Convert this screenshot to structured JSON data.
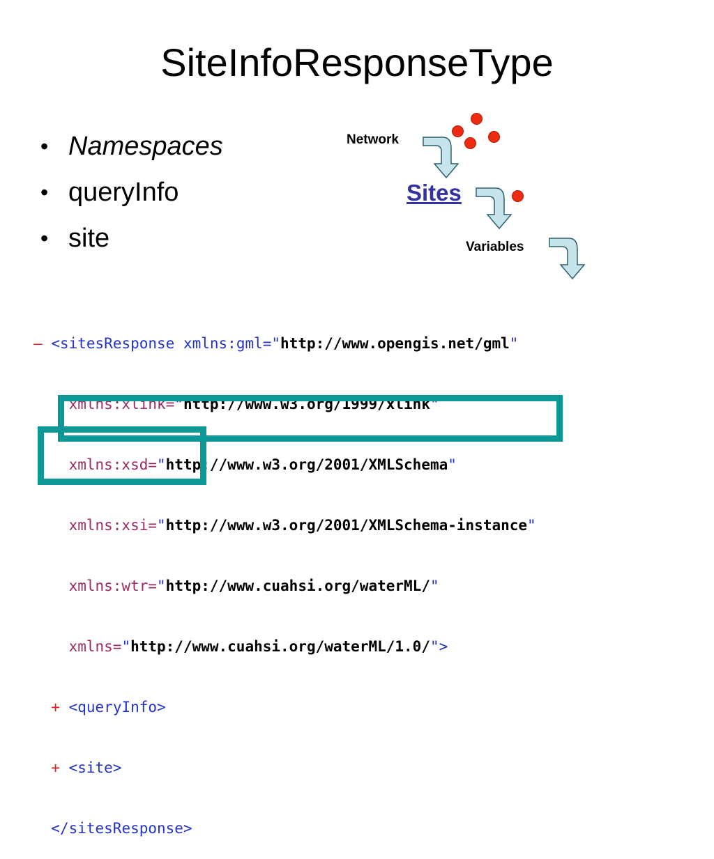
{
  "slide": {
    "title": "SiteInfoResponseType",
    "bullets": [
      {
        "text": "Namespaces",
        "italic": true
      },
      {
        "text": "queryInfo",
        "italic": false
      },
      {
        "text": "site",
        "italic": false
      }
    ],
    "bullet_glyph": "•"
  },
  "diagram": {
    "network_label": "Network",
    "sites_label": "Sites",
    "variables_label": "Variables"
  },
  "xml": {
    "collapse_marker": "–",
    "expand_marker": "+",
    "lines": [
      {
        "attr": "<sitesResponse xmlns:gml=",
        "value": "http://www.opengis.net/gml"
      },
      {
        "attr": "xmlns:xlink=",
        "value": "http://www.w3.org/1999/xlink"
      },
      {
        "attr": "xmlns:xsd=",
        "value": "http://www.w3.org/2001/XMLSchema"
      },
      {
        "attr": "xmlns:xsi=",
        "value": "http://www.w3.org/2001/XMLSchema-instance"
      },
      {
        "attr": "xmlns:wtr=",
        "value": "http://www.cuahsi.org/waterML/"
      },
      {
        "attr": "xmlns=",
        "value": "http://www.cuahsi.org/waterML/1.0/"
      }
    ],
    "child_query_info": "<queryInfo>",
    "child_site": "<site>",
    "closing_tag": "</sitesResponse>"
  },
  "colors": {
    "highlight_box": "#0b9896",
    "sites_link": "#3232a0",
    "arrow_fill": "#c7e4ea",
    "dot": "#ee2a10"
  }
}
